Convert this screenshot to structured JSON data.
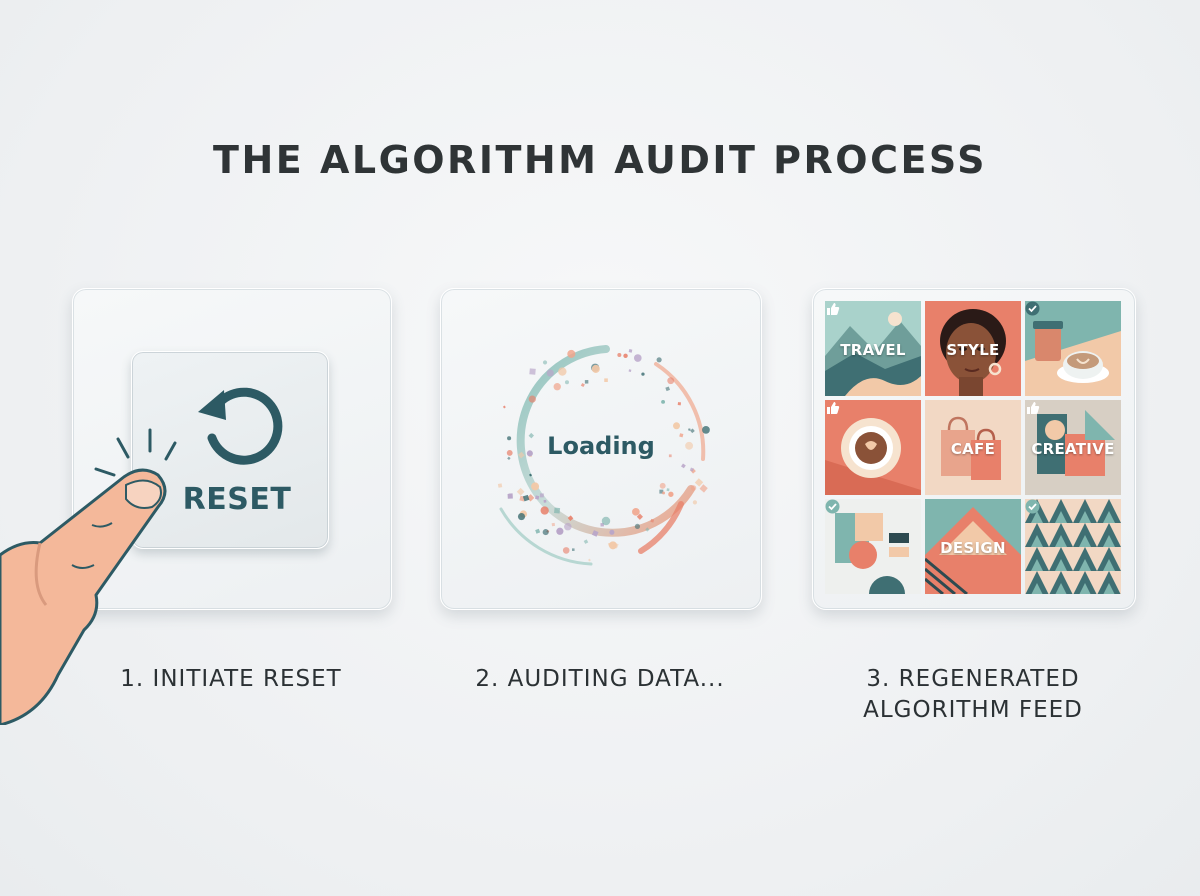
{
  "title": "THE ALGORITHM AUDIT PROCESS",
  "steps": [
    {
      "caption": "1. INITIATE RESET",
      "button_label": "RESET"
    },
    {
      "caption": "2. AUDITING DATA...",
      "status_label": "Loading"
    },
    {
      "caption_line1": "3. REGENERATED",
      "caption_line2": "ALGORITHM FEED"
    }
  ],
  "feed": {
    "tiles": [
      {
        "label": "TRAVEL",
        "badge": "thumbs-up-icon"
      },
      {
        "label": "STYLE",
        "badge": ""
      },
      {
        "label": "",
        "badge": "check-icon"
      },
      {
        "label": "",
        "badge": "thumbs-up-icon"
      },
      {
        "label": "CAFE",
        "badge": ""
      },
      {
        "label": "CREATIVE",
        "badge": "thumbs-up-icon"
      },
      {
        "label": "",
        "badge": "check-icon"
      },
      {
        "label": "DESIGN",
        "badge": ""
      },
      {
        "label": "",
        "badge": "check-icon"
      }
    ]
  },
  "colors": {
    "teal": "#2d5a64",
    "coral": "#e8806a",
    "sage": "#7fb5ae",
    "peach": "#f2c9a8"
  }
}
